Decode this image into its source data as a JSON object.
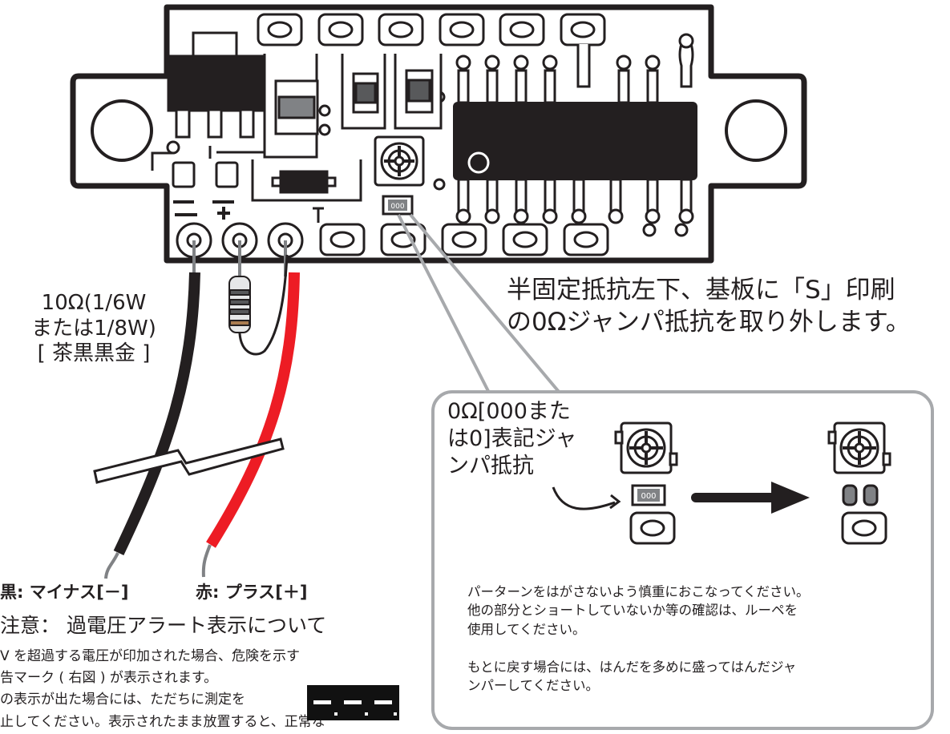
{
  "resistor_label": "10Ω(1/6W\nまたは1/8W)\n[ 茶黒黒金 ]",
  "instruction": "半固定抵抗左下、基板に「S」印刷\nの0Ωジャンパ抵抗を取り外します。",
  "callout": {
    "title": "0Ω[000また\nは0]表記ジャ\nンパ抵抗",
    "note": "パーターンをはがさないよう慎重におこなってください。\n他の部分とショートしていないか等の確認は、ルーペを\n使用してください。\n\nもとに戻す場合には、はんだを多めに盛ってはんだジャ\nンパーしてください。"
  },
  "chip_marking": "000",
  "wires": {
    "black": "黒: マイナス[－]",
    "red": "赤: プラス[＋]"
  },
  "warning": {
    "title": "注意： 過電圧アラート表示について",
    "body": "V を超過する電圧が印加された場合、危険を示す\n告マーク ( 右図 ) が表示されます。\nの表示が出た場合には、ただちに測定を\n止してください。表示されたまま放置すると、正常な"
  },
  "colors": {
    "outline": "#231f20",
    "red_wire": "#ed1c24",
    "callout_border": "#a7a9ac"
  }
}
